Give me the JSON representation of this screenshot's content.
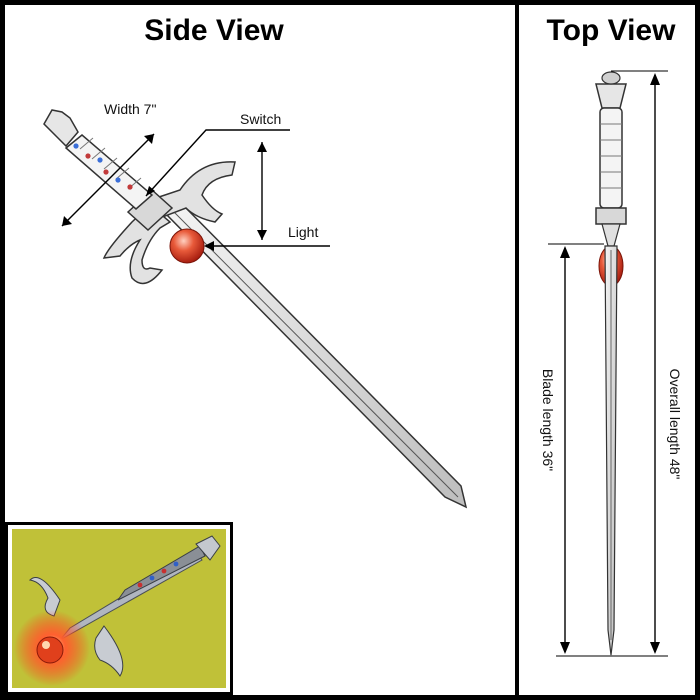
{
  "side_view": {
    "title": "Side View",
    "width_label": "Width 7\"",
    "switch_label": "Switch",
    "light_label": "Light"
  },
  "top_view": {
    "title": "Top View",
    "blade_length_label": "Blade length 36\"",
    "overall_length_label": "Overall length 48\""
  },
  "colors": {
    "frame": "#000000",
    "panel": "#ffffff",
    "steel": "#cfcfcf",
    "gem_red": "#e0402a",
    "photo_bg": "#c8c93a"
  }
}
